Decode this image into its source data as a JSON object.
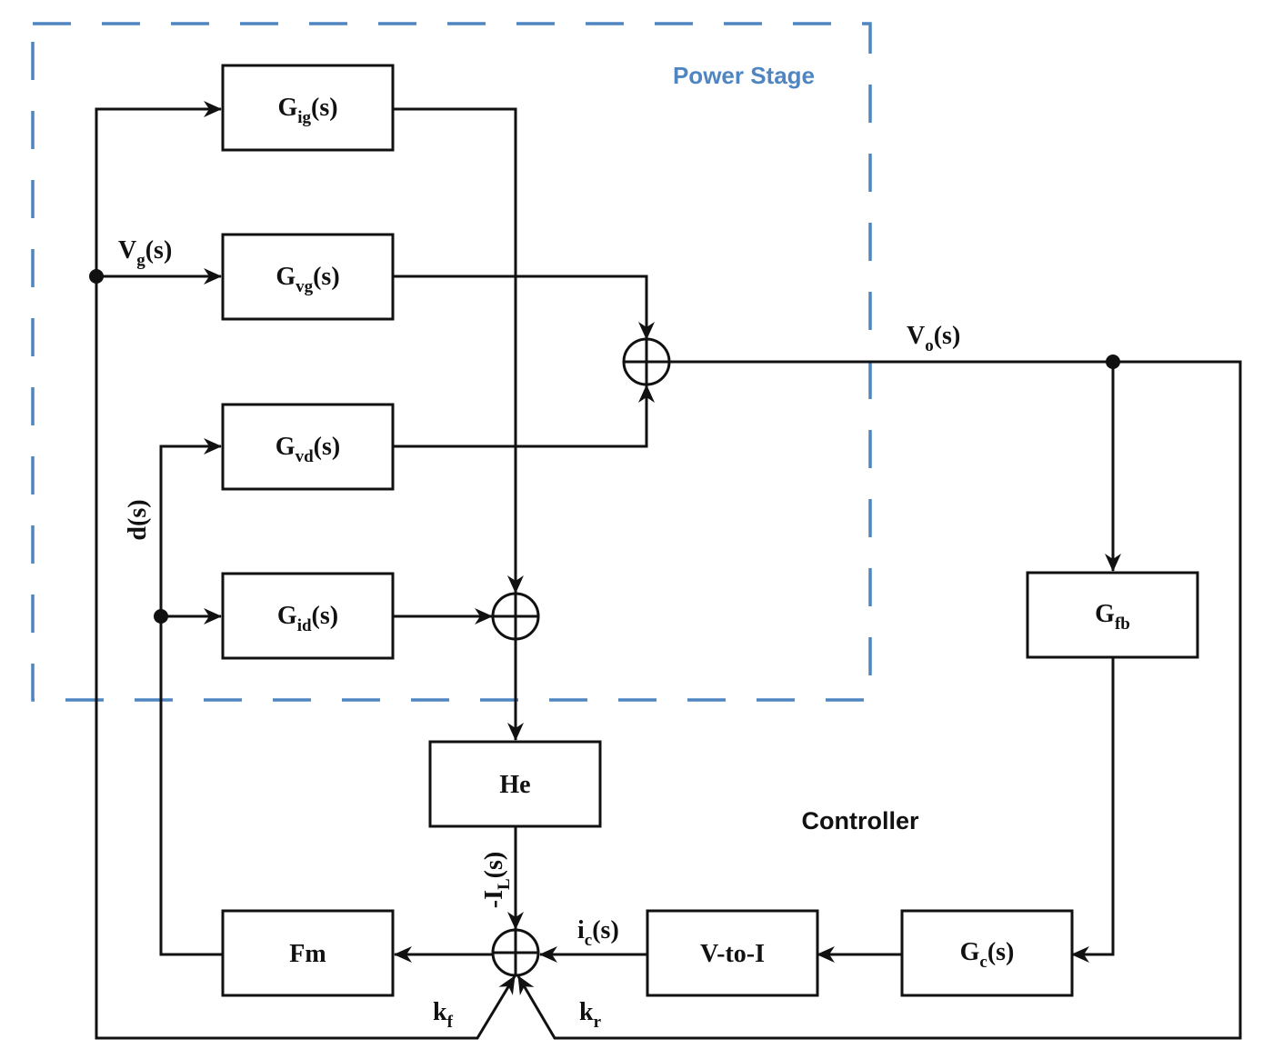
{
  "regions": {
    "power_stage": "Power Stage",
    "controller": "Controller"
  },
  "blocks": {
    "gig": {
      "main": "G",
      "sub": "ig",
      "tail": "(s)"
    },
    "gvg": {
      "main": "G",
      "sub": "vg",
      "tail": "(s)"
    },
    "gvd": {
      "main": "G",
      "sub": "vd",
      "tail": "(s)"
    },
    "gid": {
      "main": "G",
      "sub": "id",
      "tail": "(s)"
    },
    "gfb": {
      "main": "G",
      "sub": "fb",
      "tail": ""
    },
    "he": {
      "main": "He",
      "sub": "",
      "tail": ""
    },
    "fm": {
      "main": "Fm",
      "sub": "",
      "tail": ""
    },
    "vtoi": {
      "main": "V-to-I",
      "sub": "",
      "tail": ""
    },
    "gc": {
      "main": "G",
      "sub": "c",
      "tail": "(s)"
    }
  },
  "signals": {
    "vg": {
      "main": "V",
      "sub": "g",
      "tail": "(s)"
    },
    "vo": {
      "main": "V",
      "sub": "o",
      "tail": "(s)"
    },
    "d": {
      "main": "d(s)",
      "sub": "",
      "tail": ""
    },
    "il": {
      "main": "-I",
      "sub": "L",
      "tail": "(s)"
    },
    "ic": {
      "main": "i",
      "sub": "c",
      "tail": "(s)"
    },
    "kf": {
      "main": "k",
      "sub": "f",
      "tail": ""
    },
    "kr": {
      "main": "k",
      "sub": "r",
      "tail": ""
    }
  },
  "colors": {
    "boundary": "#4f86c1",
    "region_label": "#4f86c1",
    "line": "#111111"
  }
}
